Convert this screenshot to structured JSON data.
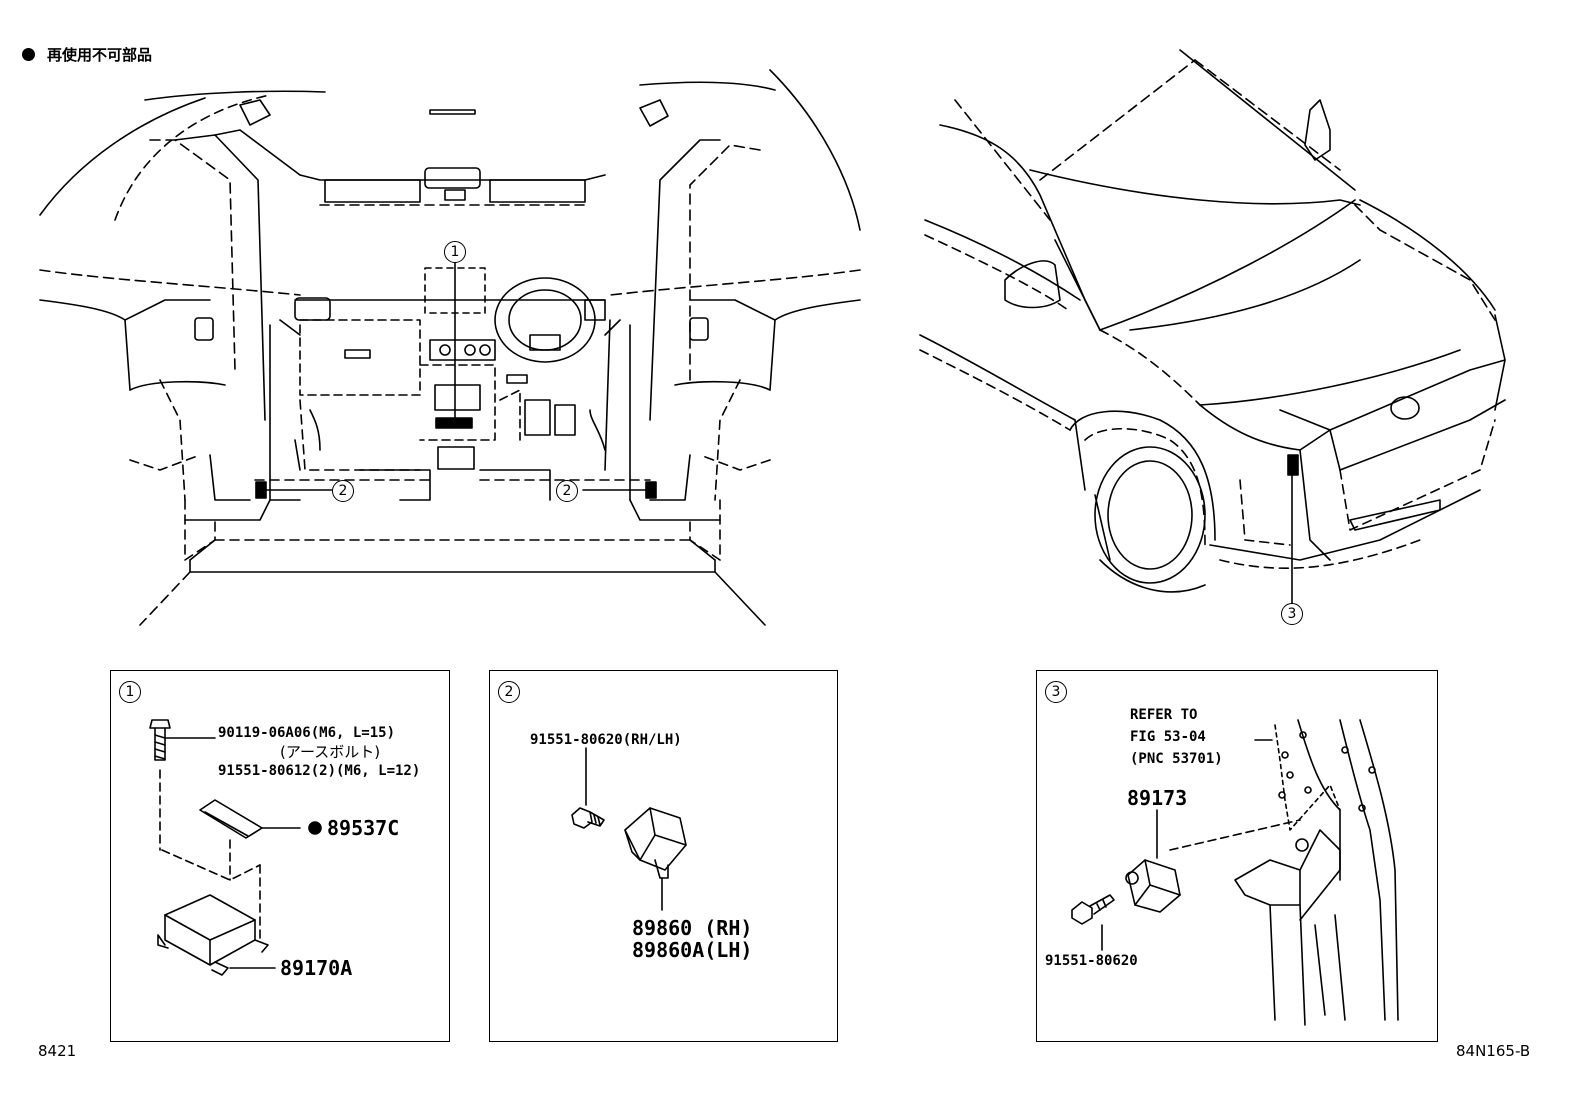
{
  "legend": {
    "text": "再使用不可部品"
  },
  "callouts": {
    "c1": "1",
    "c2": "2",
    "c3": "3"
  },
  "box1": {
    "bolt_a": "90119-06A06(M6, L=15)",
    "bolt_a_note": "(アースボルト)",
    "bolt_b": "91551-80612(2)(M6, L=12)",
    "label_part": "89537C",
    "ecu_part": "89170A"
  },
  "box2": {
    "bolt": "91551-80620(RH/LH)",
    "sensor_rh": "89860  (RH)",
    "sensor_lh": "89860A(LH)"
  },
  "box3": {
    "refer_1": "REFER TO",
    "refer_2": "FIG 53-04",
    "refer_3": "(PNC 53701)",
    "sensor": "89173",
    "bolt": "91551-80620"
  },
  "footer": {
    "left_code": "8421",
    "right_code": "84N165-B"
  }
}
